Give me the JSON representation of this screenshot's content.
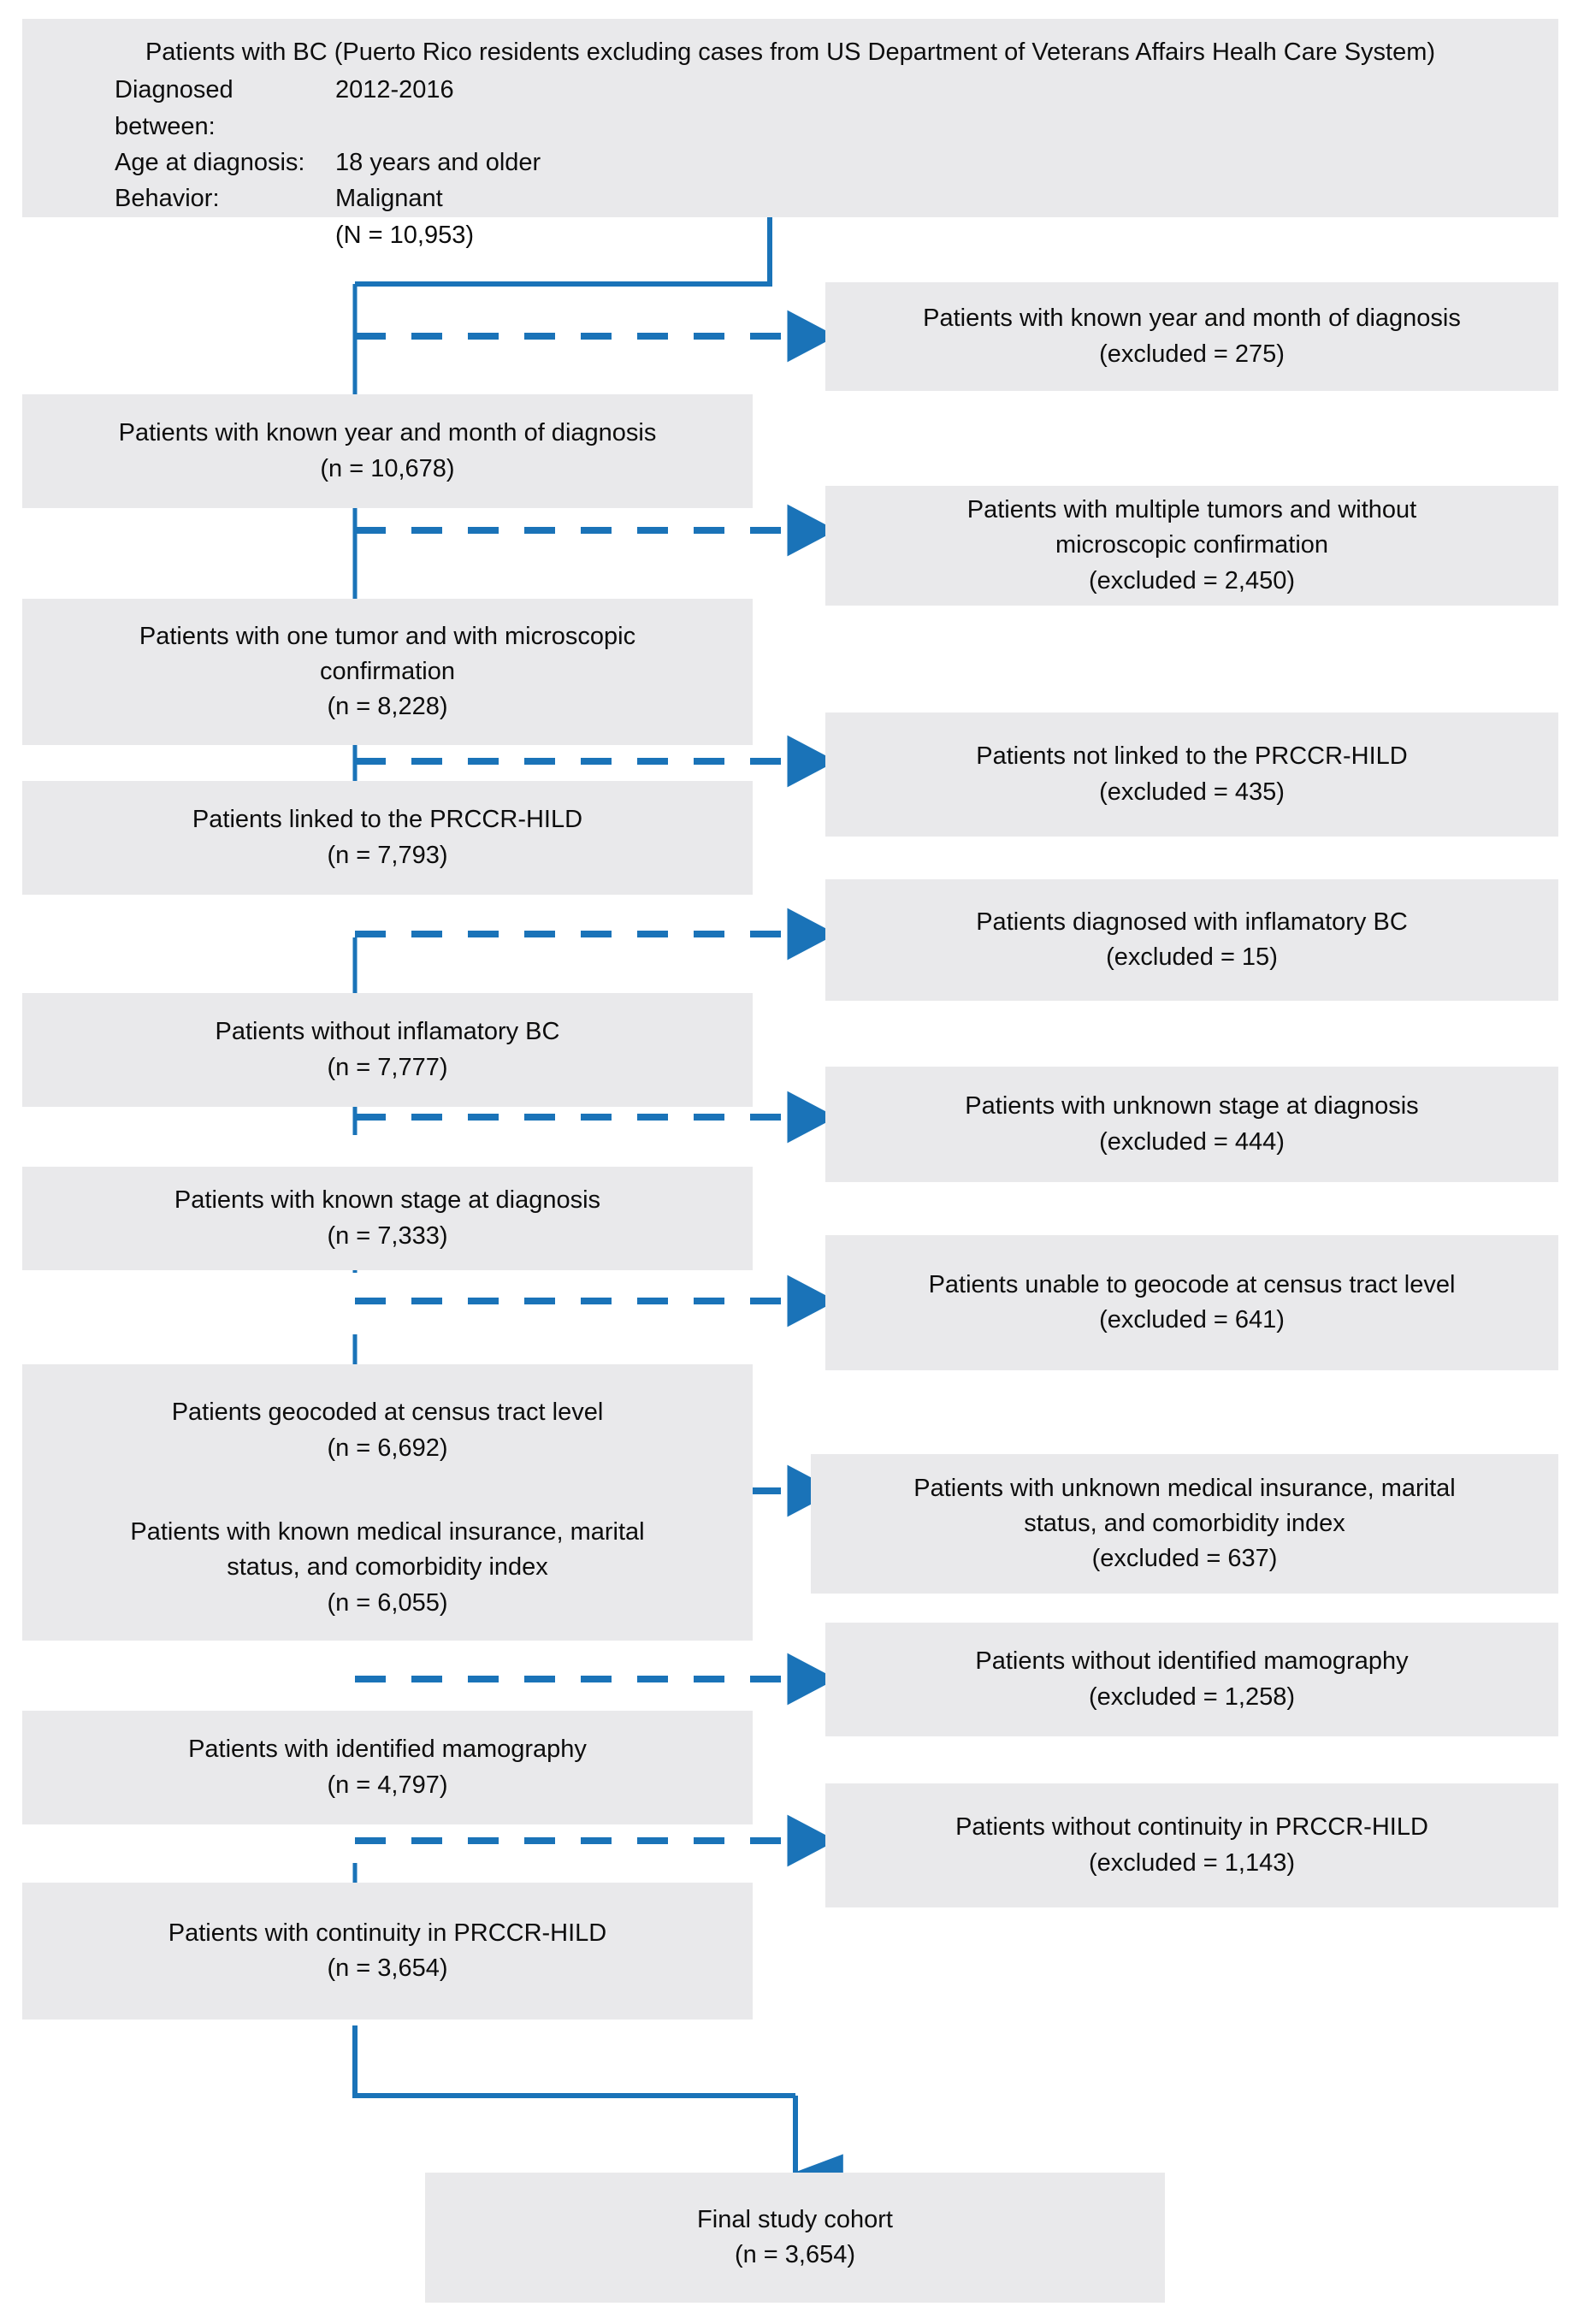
{
  "meta": {
    "accent_color": "#1a73b8",
    "box_fill": "#e9e9eb",
    "text_color": "#0d0d0d",
    "background": "#ffffff"
  },
  "header_box": {
    "title": "Patients with BC (Puerto Rico residents excluding cases from  US Department of Veterans Affairs Healh Care System)",
    "rows": [
      {
        "label": "Diagnosed between:",
        "value": "2012-2016"
      },
      {
        "label": "Age at diagnosis:",
        "value": "18 years and older"
      },
      {
        "label": "Behavior:",
        "value": "Malignant"
      }
    ],
    "total": "(N = 10,953)"
  },
  "included": [
    {
      "line1": "Patients with known year and month of  diagnosis",
      "line2": "(n = 10,678)"
    },
    {
      "line1": "Patients with one tumor and with microscopic",
      "line2": "confirmation",
      "line3": "(n = 8,228)"
    },
    {
      "line1": "Patients linked to the PRCCR-HILD",
      "line2": "(n = 7,793)"
    },
    {
      "line1": "Patients without inflamatory BC",
      "line2": "(n = 7,777)"
    },
    {
      "line1": "Patients with known stage at diagnosis",
      "line2": "(n = 7,333)"
    },
    {
      "line1": "Patients geocoded at census tract level",
      "line2": "(n = 6,692)"
    },
    {
      "line1": "Patients with known medical insurance, marital",
      "line2": "status, and comorbidity index",
      "line3": "(n = 6,055)"
    },
    {
      "line1": "Patients with identified mamography",
      "line2": "(n = 4,797)"
    },
    {
      "line1": "Patients with continuity in PRCCR-HILD",
      "line2": "(n = 3,654)"
    }
  ],
  "excluded": [
    {
      "line1": "Patients with known year and month of  diagnosis",
      "line2": "(excluded = 275)"
    },
    {
      "line1": "Patients with multiple tumors and without",
      "line2": "microscopic confirmation",
      "line3": "(excluded = 2,450)"
    },
    {
      "line1": "Patients not linked to the PRCCR-HILD",
      "line2": "(excluded = 435)"
    },
    {
      "line1": "Patients diagnosed with inflamatory BC",
      "line2": "(excluded = 15)"
    },
    {
      "line1": "Patients with unknown stage at diagnosis",
      "line2": "(excluded = 444)"
    },
    {
      "line1": "Patients unable to geocode at census tract level",
      "line2": "(excluded = 641)"
    },
    {
      "line1": "Patients with unknown medical insurance, marital",
      "line2": "status, and comorbidity index",
      "line3": "(excluded = 637)"
    },
    {
      "line1": "Patients without identified mamography",
      "line2": "(excluded = 1,258)"
    },
    {
      "line1": "Patients without continuity in PRCCR-HILD",
      "line2": "(excluded = 1,143)"
    }
  ],
  "final_box": {
    "line1": "Final study cohort",
    "line2": "(n = 3,654)"
  }
}
